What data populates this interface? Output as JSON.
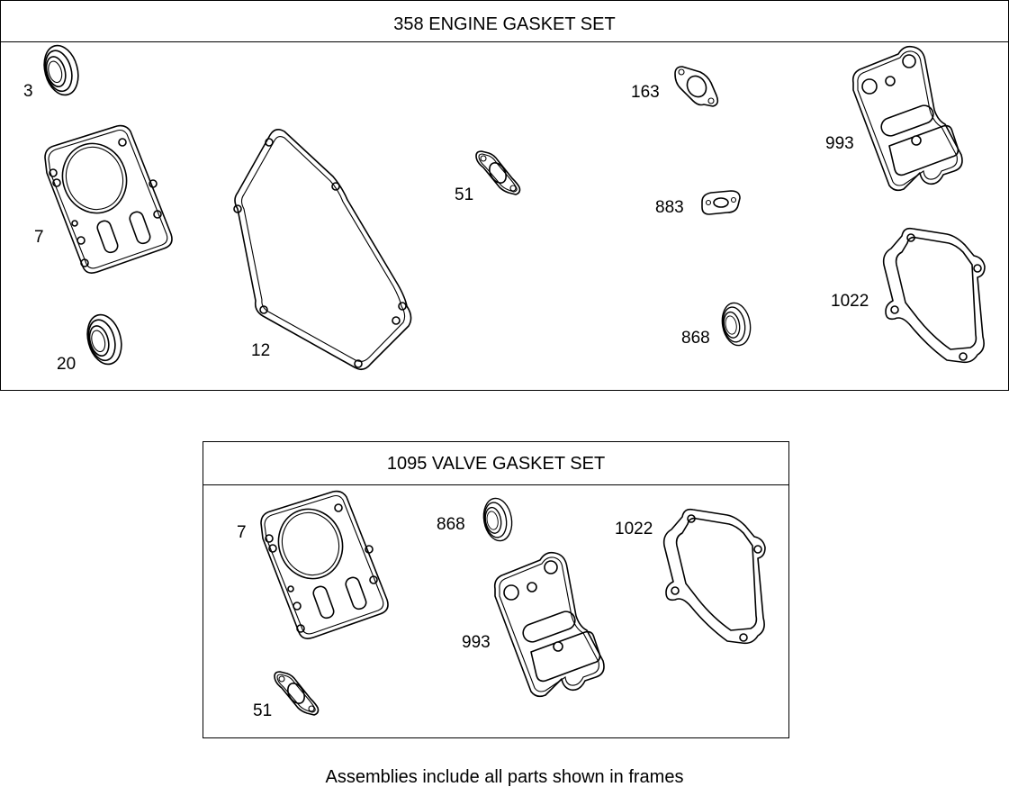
{
  "engine_set": {
    "title": "358 ENGINE GASKET SET",
    "parts": {
      "p3": "3",
      "p7": "7",
      "p20": "20",
      "p12": "12",
      "p51": "51",
      "p163": "163",
      "p883": "883",
      "p868": "868",
      "p993": "993",
      "p1022": "1022"
    }
  },
  "valve_set": {
    "title": "1095 VALVE GASKET SET",
    "parts": {
      "p7": "7",
      "p868": "868",
      "p1022": "1022",
      "p993": "993",
      "p51": "51"
    }
  },
  "footer": "Assemblies include all parts shown in frames"
}
